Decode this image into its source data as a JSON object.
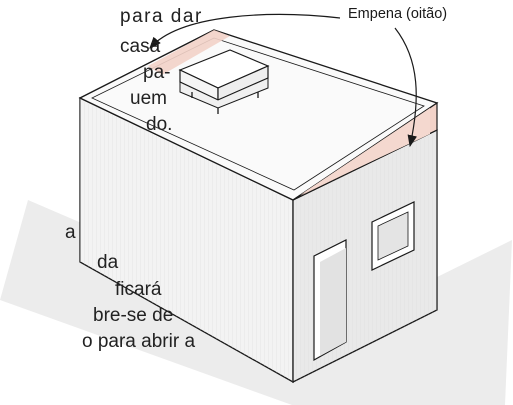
{
  "callout": {
    "label": "Empena (oitão)"
  },
  "text_fragments": [
    "para dar",
    "casa",
    "pa-",
    "uem",
    "do.",
    "a",
    "da",
    "ficará",
    "bre-se de",
    "o para abrir a"
  ],
  "colors": {
    "gable_fill": "#f2d2c8",
    "outline": "#1a1a1a",
    "wall_front": "#f3f3f3",
    "wall_side": "#e9e9e9",
    "ground": "#ececec",
    "roof_surface": "#fafafa"
  }
}
